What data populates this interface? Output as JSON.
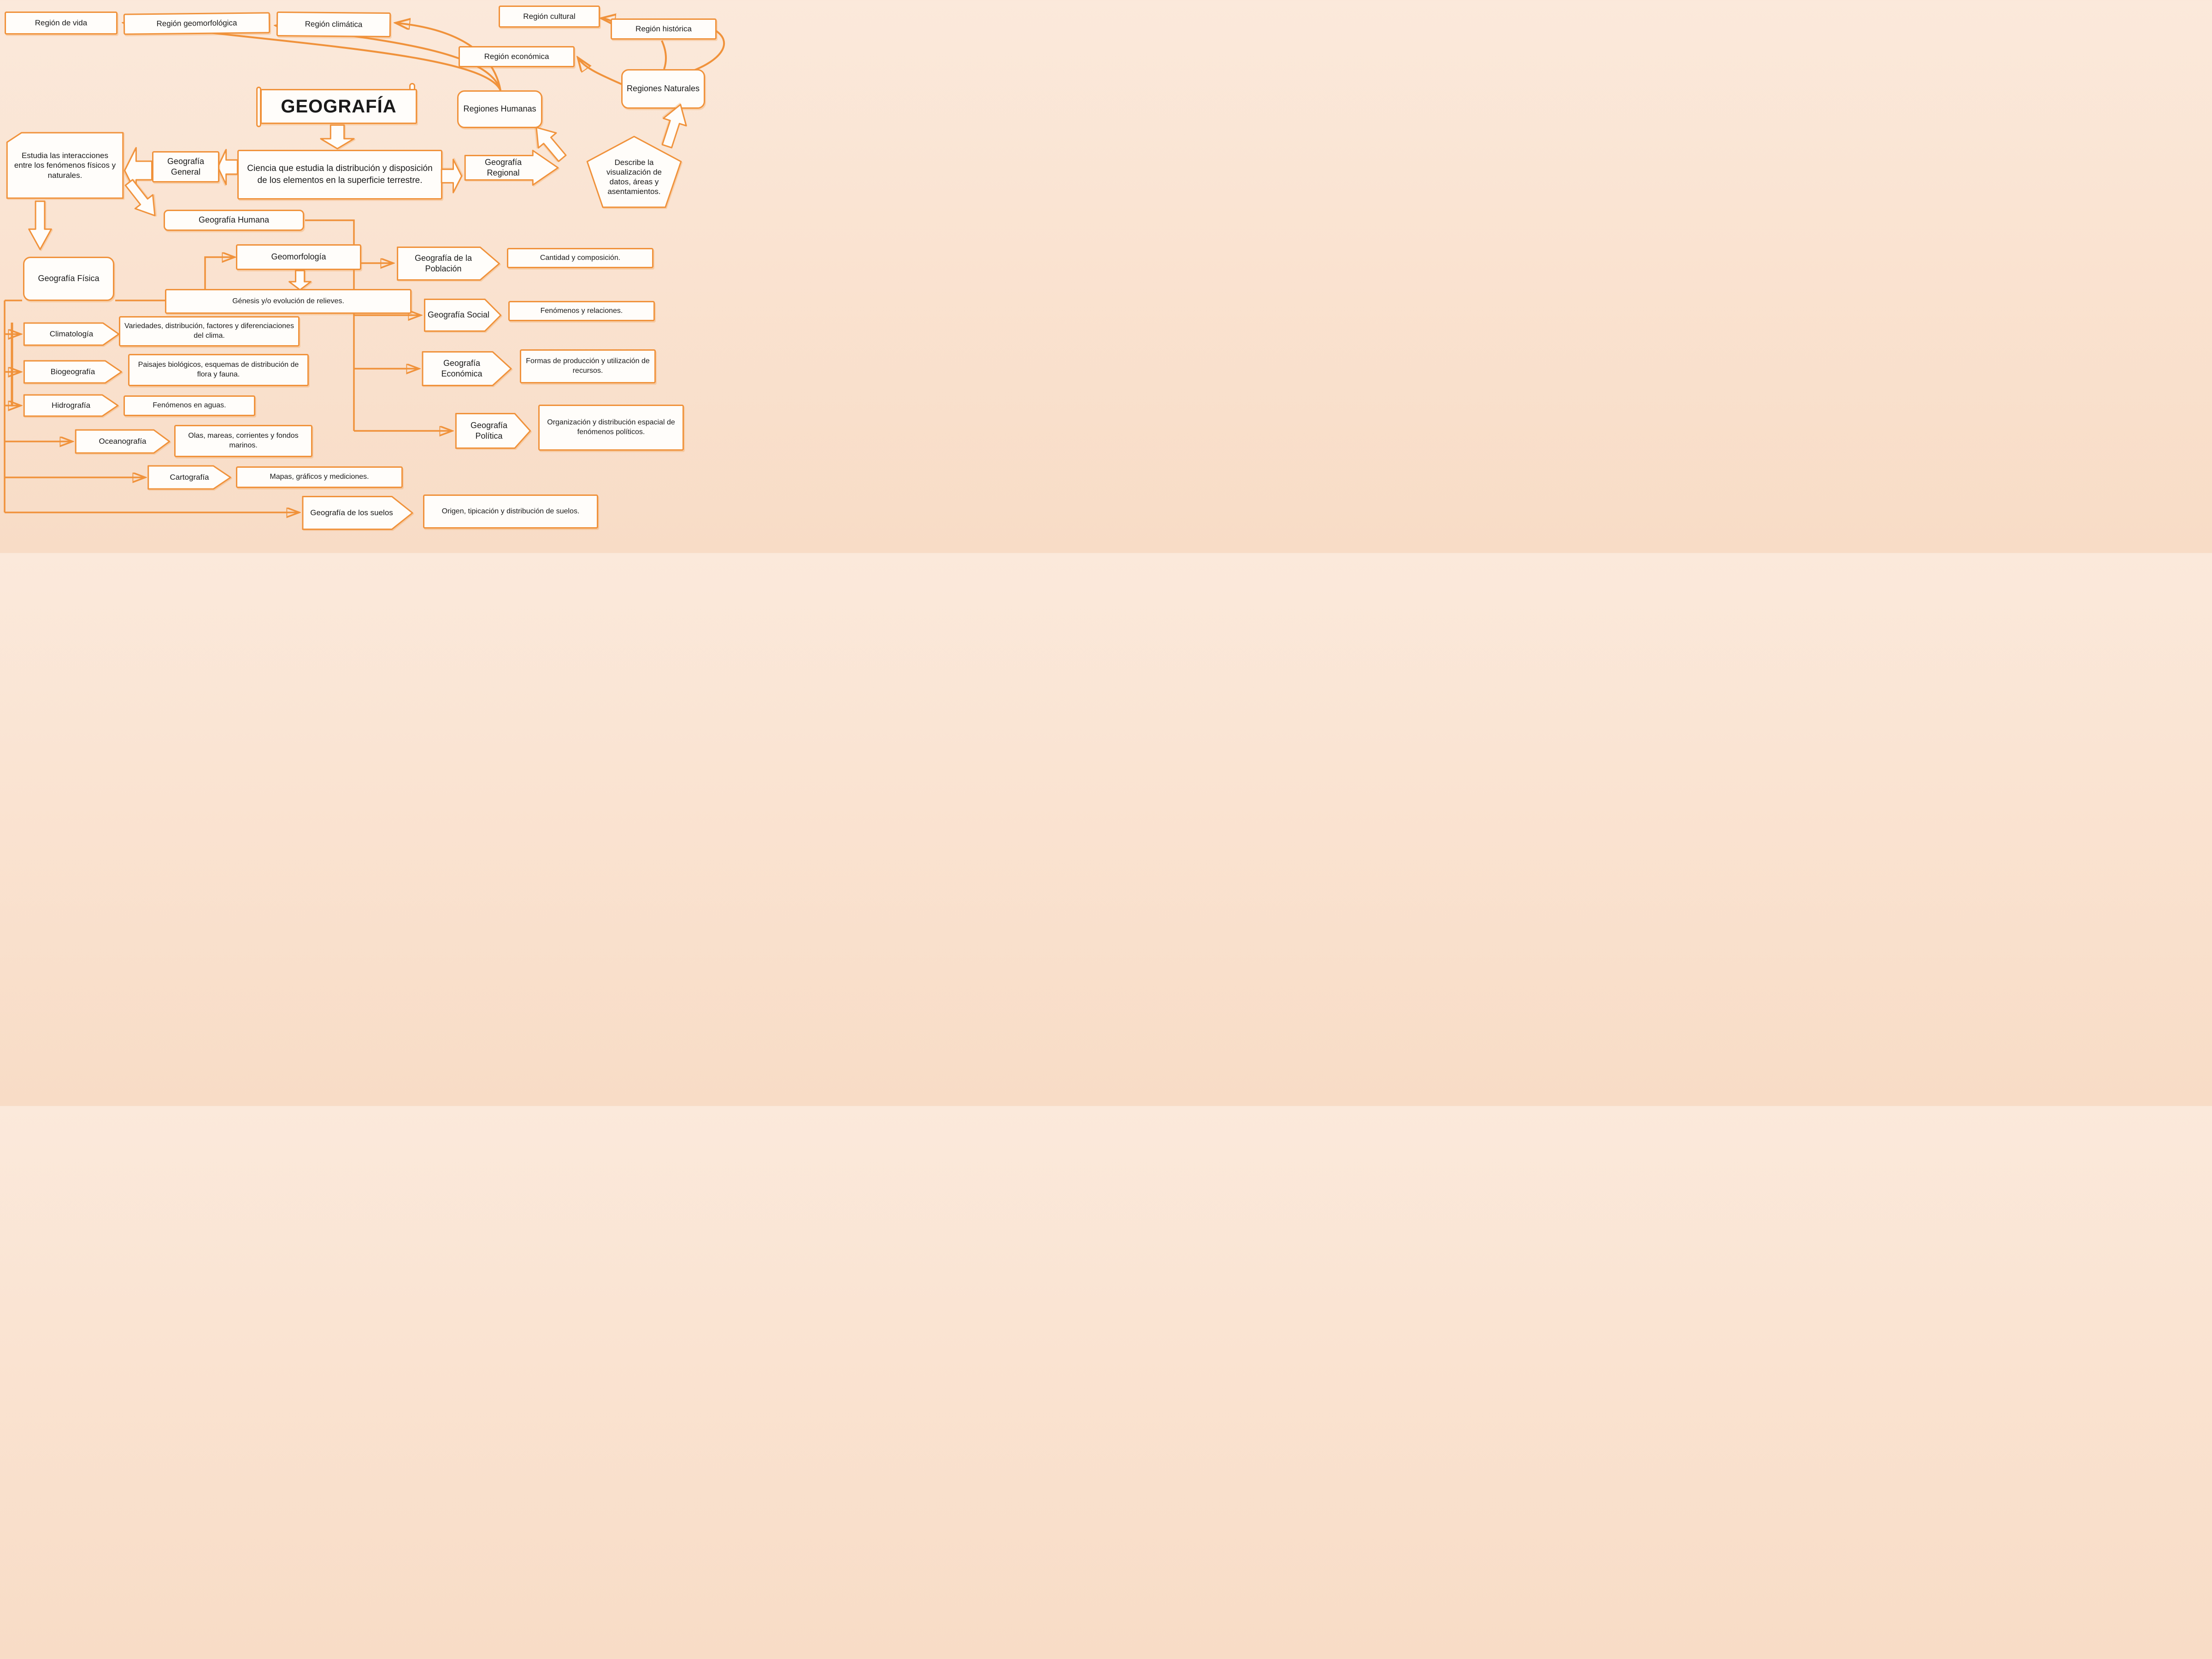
{
  "colors": {
    "accent": "#F0923B",
    "box_fill": "#FFFDFA",
    "background_top": "#FBE9DB",
    "background_bottom": "#F8DCC6",
    "text": "#1A1A1A"
  },
  "title": {
    "label": "GEOGRAFÍA"
  },
  "definition": {
    "text": "Ciencia que estudia la distribución y disposición de los elementos en la superficie terrestre."
  },
  "general": {
    "label": "Geografía General",
    "description": "Estudia las interacciones entre los fenómenos físicos y naturales."
  },
  "regional": {
    "label": "Geografía Regional",
    "description": "Describe la visualización de datos, áreas y asentamientos."
  },
  "humana": {
    "label": "Geografía Humana"
  },
  "fisica": {
    "label": "Geografía Física"
  },
  "regions": {
    "vida": "Región de vida",
    "geomorfologica": "Región geomorfológica",
    "climatica": "Región climática",
    "cultural": "Región cultural",
    "historica": "Región histórica",
    "economica": "Región económica",
    "humanas": "Regiones Humanas",
    "naturales": "Regiones Naturales"
  },
  "fisica_branches": {
    "geomorfologia": {
      "label": "Geomorfología",
      "description": "Génesis y/o evolución de relieves."
    },
    "climatologia": {
      "label": "Climatología",
      "description": "Variedades, distribución, factores y diferenciaciones del clima."
    },
    "biogeografia": {
      "label": "Biogeografía",
      "description": "Paisajes biológicos, esquemas de distribución de flora y fauna."
    },
    "hidrografia": {
      "label": "Hidrografía",
      "description": "Fenómenos en aguas."
    },
    "oceanografia": {
      "label": "Oceanografía",
      "description": "Olas, mareas, corrientes y fondos marinos."
    },
    "cartografia": {
      "label": "Cartografía",
      "description": "Mapas, gráficos y mediciones."
    },
    "suelos": {
      "label": "Geografía de los suelos",
      "description": "Origen, tipicación y distribución de suelos."
    }
  },
  "humana_branches": {
    "poblacion": {
      "label": "Geografía de la Población",
      "description": "Cantidad y composición."
    },
    "social": {
      "label": "Geografía Social",
      "description": "Fenómenos y relaciones."
    },
    "economica": {
      "label": "Geografía Económica",
      "description": "Formas de producción y utilización de recursos."
    },
    "politica": {
      "label": "Geografía Política",
      "description": "Organización y distribución espacial de fenómenos políticos."
    }
  }
}
